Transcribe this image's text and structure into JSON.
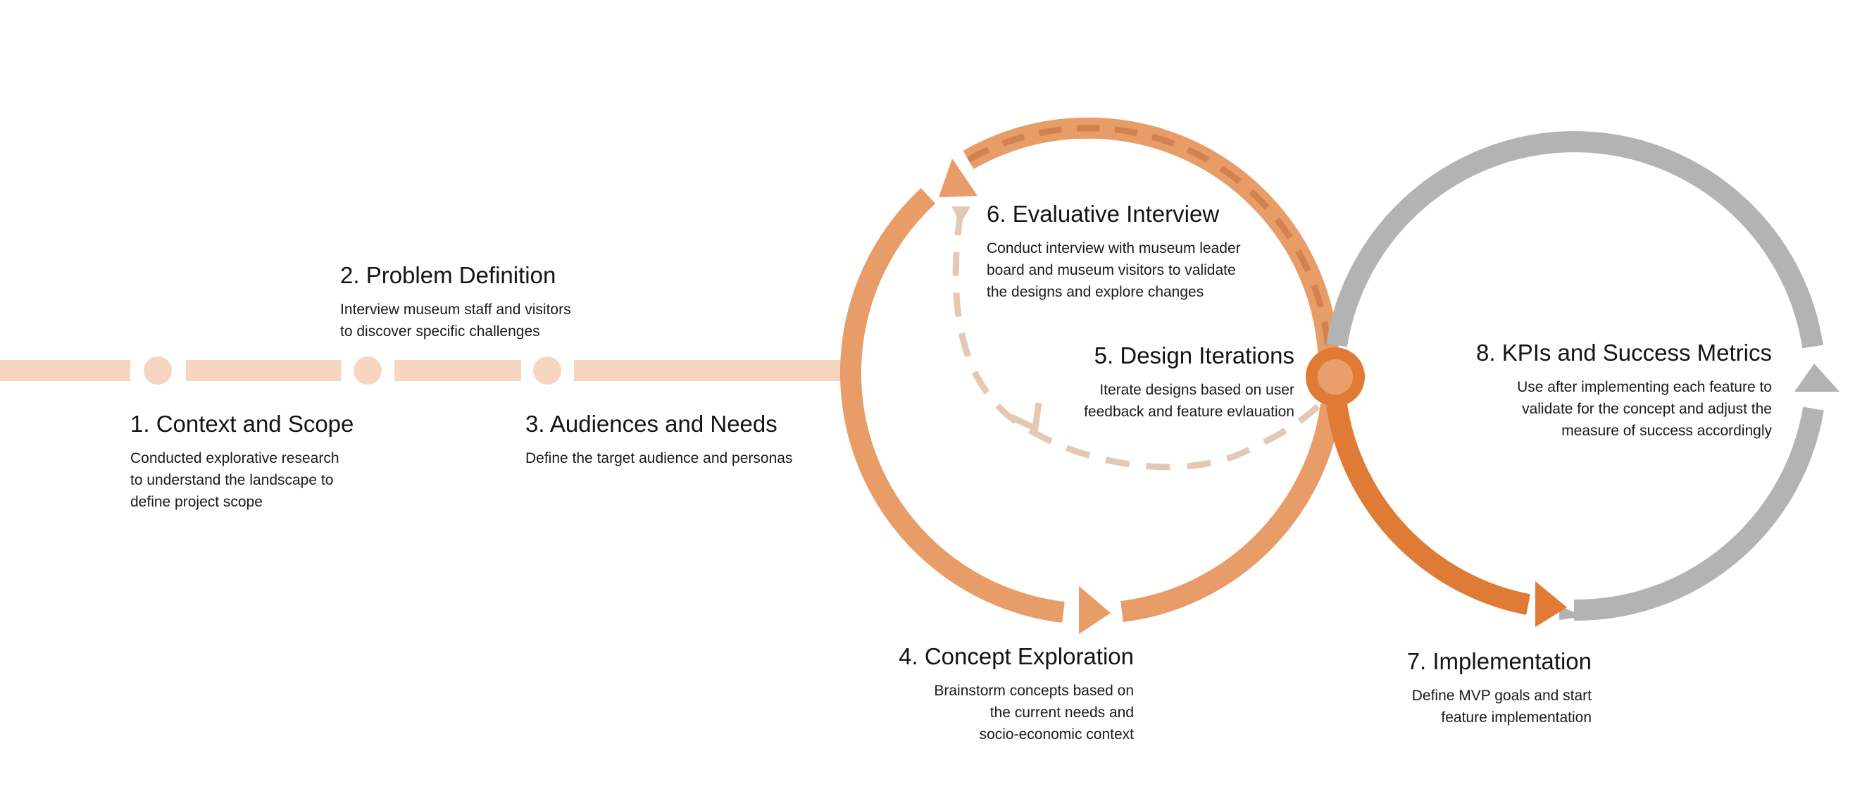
{
  "colors": {
    "timeline": "#f6d6c0",
    "loop_left": "#e89c67",
    "loop_left_dashed": "#c97a48",
    "loop_inner_dashed": "#e4c8b4",
    "hub": "#e07b35",
    "hub_inner": "#ea9e6b",
    "implementation": "#e07b35",
    "loop_right": "#b3b3b3",
    "text": "#141414"
  },
  "steps": {
    "context": {
      "title": "1. Context and Scope",
      "lines": [
        "Conducted explorative research",
        "to understand the landscape to",
        "define project scope"
      ]
    },
    "problem": {
      "title": "2. Problem Definition",
      "lines": [
        "Interview museum staff and visitors",
        "to discover specific challenges"
      ]
    },
    "audiences": {
      "title": "3. Audiences and Needs",
      "lines": [
        "Define the target audience and personas"
      ]
    },
    "concept": {
      "title": "4. Concept Exploration",
      "lines": [
        "Brainstorm concepts based on",
        "the current needs and",
        "socio-economic context"
      ]
    },
    "iterations": {
      "title": "5. Design Iterations",
      "lines": [
        "Iterate designs based on user",
        "feedback and feature evlauation"
      ]
    },
    "evaluative": {
      "title": "6. Evaluative Interview",
      "lines": [
        "Conduct interview with museum leader",
        "board and museum visitors to validate",
        "the designs and explore changes"
      ]
    },
    "implementation": {
      "title": "7. Implementation",
      "lines": [
        "Define MVP goals and start",
        "feature implementation"
      ]
    },
    "kpis": {
      "title": "8. KPIs and Success Metrics",
      "lines": [
        "Use after implementing each feature to",
        "validate for the concept and adjust the",
        "measure of success accordingly"
      ]
    }
  }
}
